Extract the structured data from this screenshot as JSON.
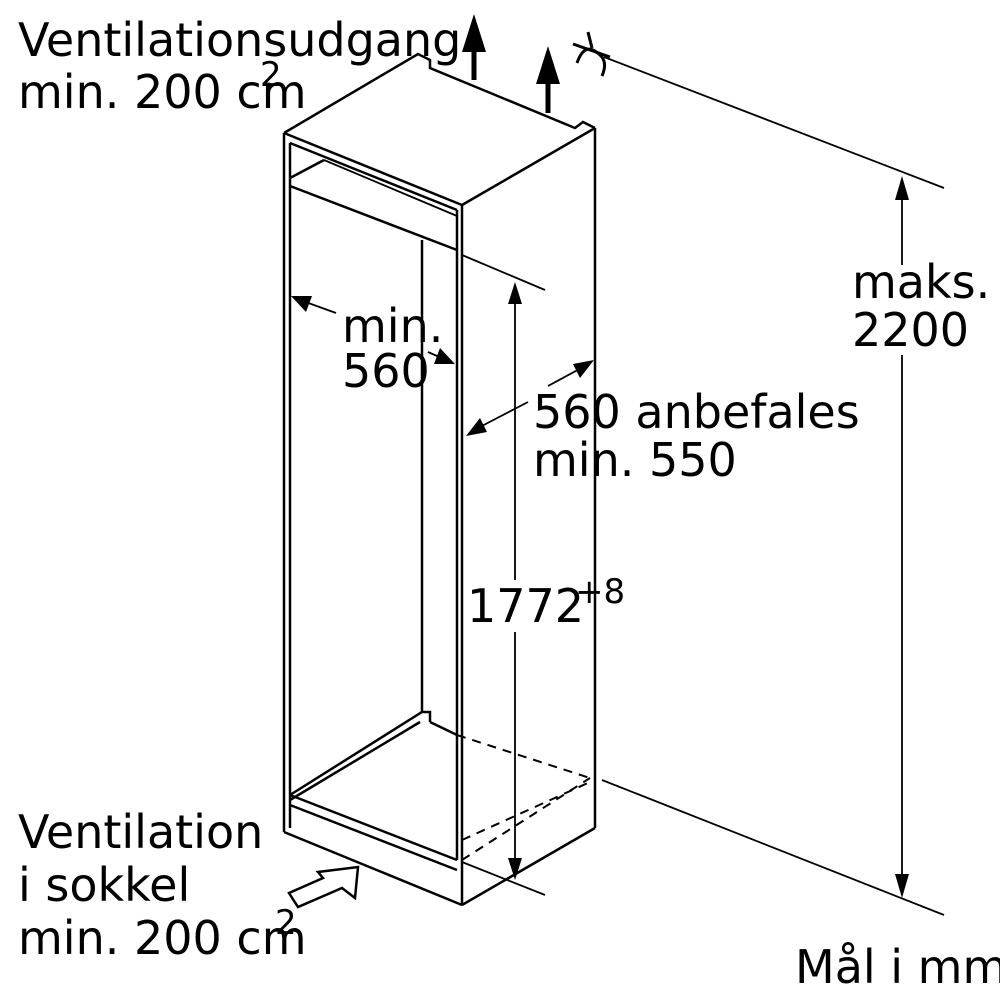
{
  "labels": {
    "vent_top_line1": "Ventilationsudgang",
    "vent_top_line2": "min. 200 cm",
    "vent_top_sup": "2",
    "max_line1": "maks.",
    "max_line2": "2200",
    "min_width_line1": "min.",
    "min_width_line2": "560",
    "depth_line1": "560 anbefales",
    "depth_line2": "min. 550",
    "height_value": "1772",
    "height_tolerance": "+8",
    "vent_bottom_line1": "Ventilation",
    "vent_bottom_line2": "i sokkel",
    "vent_bottom_line3": "min. 200 cm",
    "vent_bottom_sup": "2",
    "units": "Mål i mm"
  },
  "icons": {
    "airflow_up": "arrow-up-icon",
    "airflow_in": "hollow-arrow-icon",
    "section_break": "break-symbol-icon"
  }
}
